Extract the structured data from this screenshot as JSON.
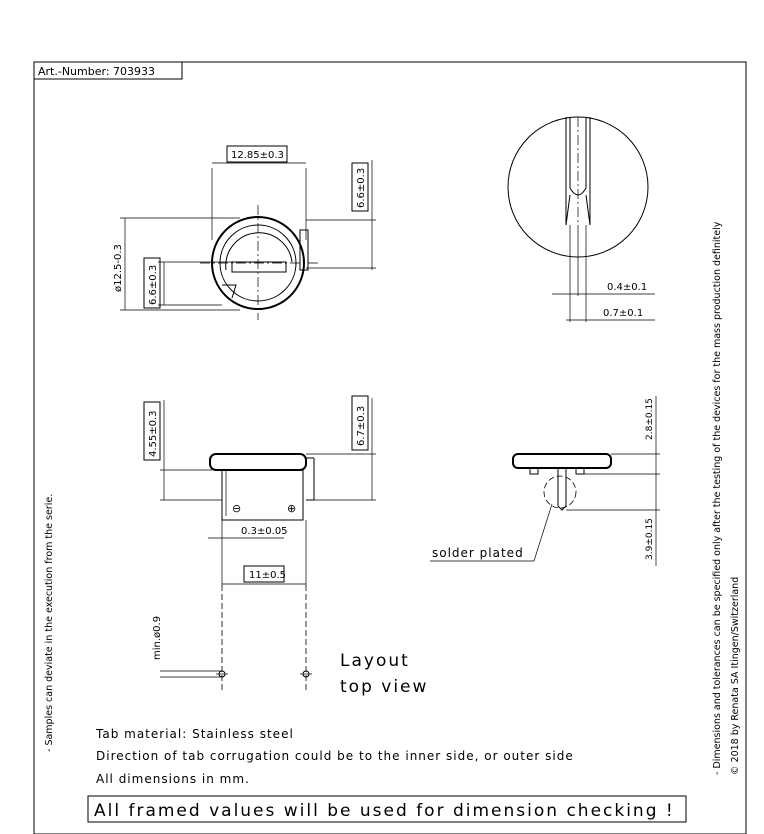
{
  "header": {
    "article_number": "Art.-Number: 703933"
  },
  "top_view": {
    "width_dim": "12.85±0.3",
    "height_dim_right": "6.6±0.3",
    "diameter_dim": "ø12.5-0.3",
    "height_dim_left": "6.6±0.3"
  },
  "detail_view": {
    "dim_a": "0.4±0.1",
    "dim_b": "0.7±0.1"
  },
  "front_view": {
    "height_left": "4.55±0.3",
    "height_right": "6.7±0.3",
    "thickness": "0.3±0.05",
    "pitch": "11±0.5",
    "pin_hole": "min.ø0.9",
    "minus_symbol": "⊖",
    "plus_symbol": "⊕"
  },
  "side_view": {
    "height_top": "2.8±0.15",
    "height_bottom": "3.9±0.15",
    "solder_label": "solder plated"
  },
  "layout": {
    "line1": "Layout",
    "line2": "top view"
  },
  "notes": {
    "tab_material": "Tab material: Stainless steel",
    "corrugation": "Direction of tab corrugation could be to the inner side, or outer side",
    "units": "All dimensions in mm.",
    "framed": "All framed values will be used for dimension checking !"
  },
  "side_notes": {
    "left": "- Samples can deviate in the execution from the serie.",
    "right1": "- Dimensions and tolerances can be specified only after the testing of the devices for the mass production definitely",
    "right2": "© 2018 by Renata SA Itingen/Switzerland"
  }
}
